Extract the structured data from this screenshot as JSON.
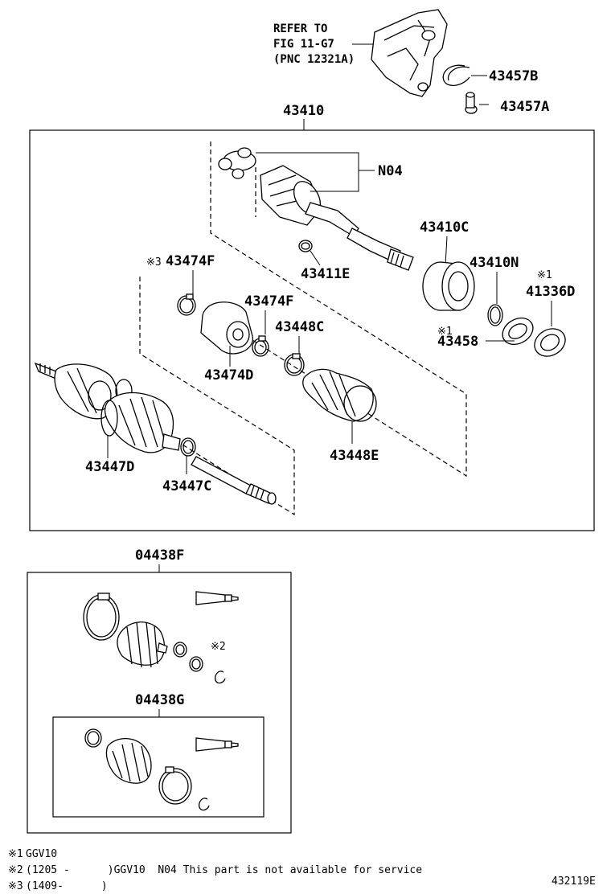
{
  "refer": {
    "line1": "REFER TO",
    "line2": "FIG 11-G7",
    "line3": "(PNC 12321A)"
  },
  "labels": {
    "p43457B": "43457B",
    "p43457A": "43457A",
    "p43410": "43410",
    "N04": "N04",
    "p43410C": "43410C",
    "p43410N": "43410N",
    "p41336D": "41336D",
    "p43458": "43458",
    "p43474F_top": "43474F",
    "p43474F_mid": "43474F",
    "p43411E": "43411E",
    "p43448C": "43448C",
    "p43474D": "43474D",
    "p43448E": "43448E",
    "p43447D": "43447D",
    "p43447C": "43447C",
    "p04438F": "04438F",
    "p04438G": "04438G",
    "diagram_code": "432119E"
  },
  "marks": {
    "m3_43474F": "※3",
    "m1_41336D": "※1",
    "m1_43458": "※1",
    "m2_kit": "※2"
  },
  "notes": [
    {
      "mark": "※1",
      "text": "GGV10"
    },
    {
      "mark": "※2",
      "text": "(1205 -      )GGV10  N04 This part is not available for service"
    },
    {
      "mark": "※3",
      "text": "(1409-      )"
    }
  ]
}
